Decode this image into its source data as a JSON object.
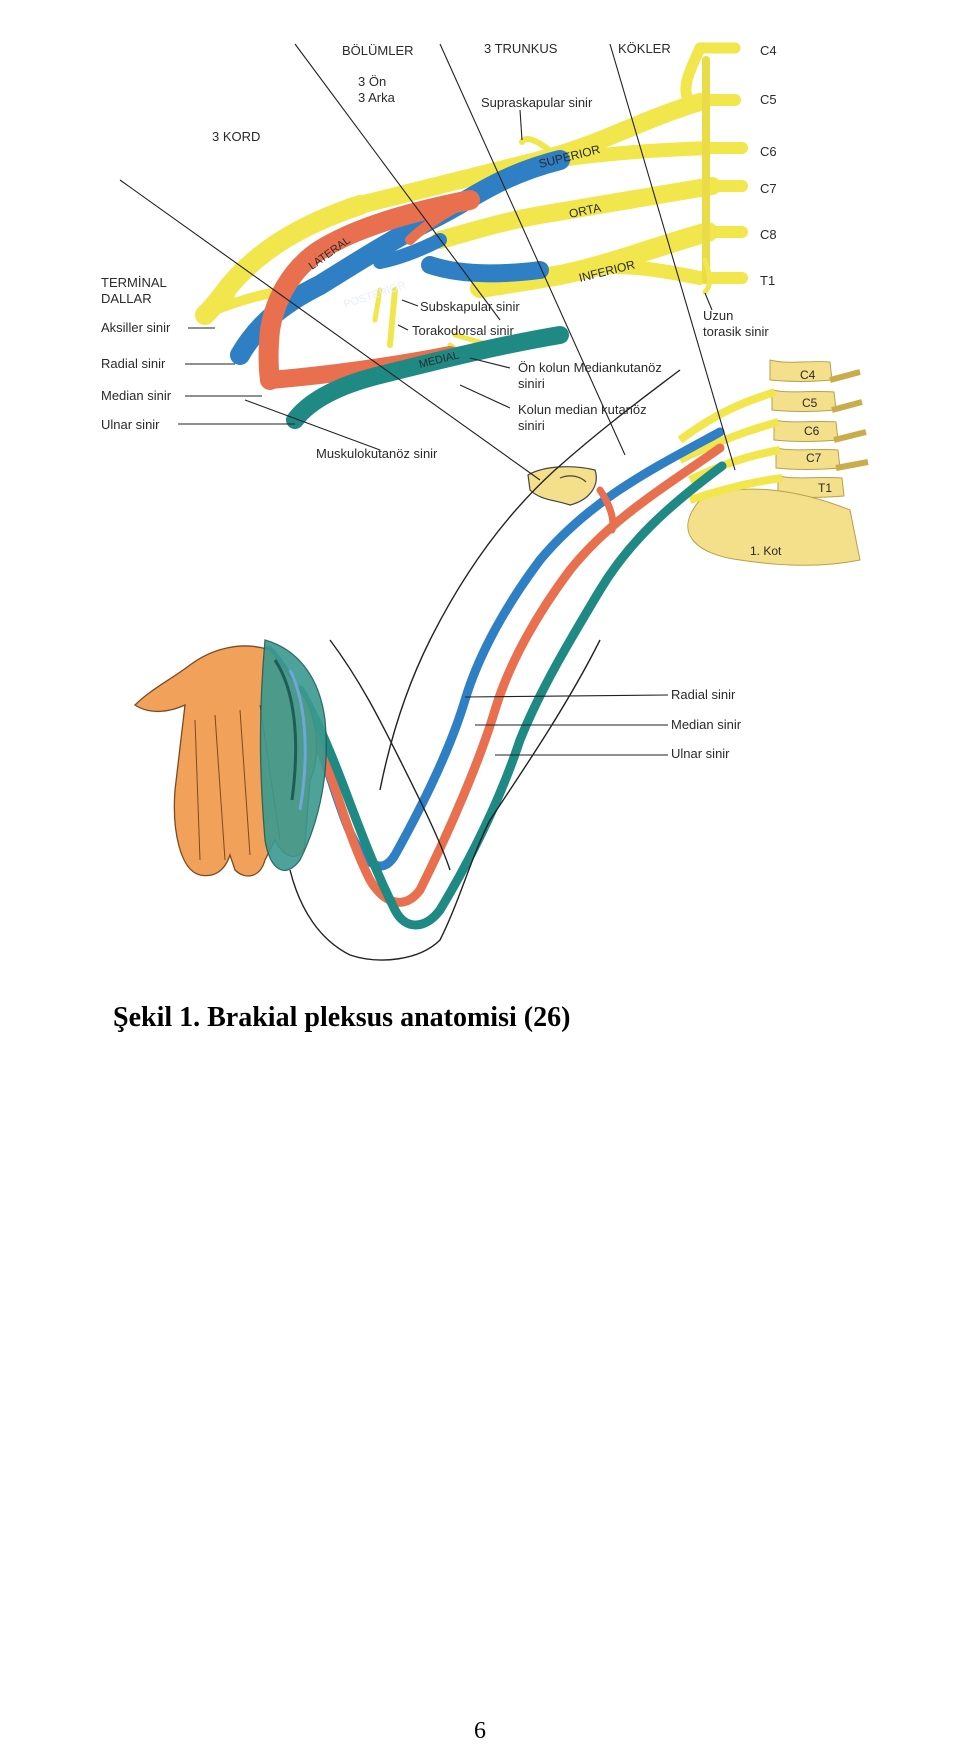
{
  "figure": {
    "headers": {
      "divisions": "BÖLÜMLER",
      "trunks": "3 TRUNKUS",
      "roots": "KÖKLER",
      "cords": "3 KORD",
      "ant": "3 Ön",
      "post": "3 Arka"
    },
    "roots": [
      "C4",
      "C5",
      "C6",
      "C7",
      "C8",
      "T1"
    ],
    "trunks": {
      "superior": "SUPERIOR",
      "middle": "ORTA",
      "inferior": "INFERIOR"
    },
    "cords": {
      "lateral": "LATERAL",
      "posterior": "POSTERIOR",
      "medial": "MEDIAL"
    },
    "terminal": {
      "line1": "TERMİNAL",
      "line2": "DALLAR",
      "axillary": "Aksiller sinir",
      "radial": "Radial sinir",
      "median": "Median sinir",
      "ulnar": "Ulnar sinir"
    },
    "nerves": {
      "suprascapular": "Supraskapular sinir",
      "subscapular": "Subskapular sinir",
      "thoracodorsal": "Torakodorsal sinir",
      "ant1": "Ön kolun Mediankutanöz",
      "ant2": "siniri",
      "arm1": "Kolun median kutanöz",
      "arm2": "siniri",
      "long1": "Uzun",
      "long2": "torasik sinir",
      "musculo": "Muskulokutanöz sinir"
    },
    "vertebrae": [
      "C4",
      "C5",
      "C6",
      "C7",
      "T1"
    ],
    "rib": "1. Kot",
    "arm_labels": {
      "radial": "Radial sinir",
      "median": "Median sinir",
      "ulnar": "Ulnar sinir"
    },
    "colors": {
      "yellow": "#f2e64d",
      "red": "#e8704f",
      "blue": "#2f7fc4",
      "teal": "#1f8a84",
      "bone": "#f4e08a",
      "hand": "#f2a15a"
    }
  },
  "caption": "Şekil 1. Brakial pleksus anatomisi (26)",
  "page_number": "6"
}
